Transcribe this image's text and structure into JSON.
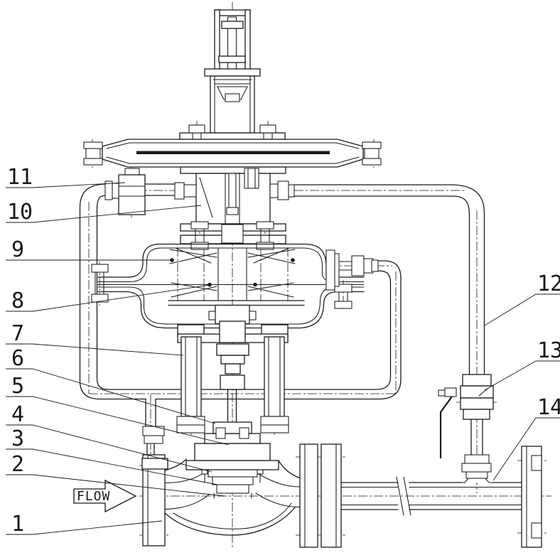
{
  "diagram": {
    "kind": "engineering-line-drawing",
    "subject": "pilot-operated self-acting pressure regulating valve, sectional installation drawing",
    "background": "#ffffff",
    "line_color": "#1a1a1a",
    "flow_label": "FLOW",
    "callouts": [
      {
        "label": "1"
      },
      {
        "label": "2"
      },
      {
        "label": "3"
      },
      {
        "label": "4"
      },
      {
        "label": "5"
      },
      {
        "label": "6"
      },
      {
        "label": "7"
      },
      {
        "label": "8"
      },
      {
        "label": "9"
      },
      {
        "label": "10"
      },
      {
        "label": "11"
      },
      {
        "label": "12"
      },
      {
        "label": "13"
      },
      {
        "label": "14"
      }
    ]
  }
}
